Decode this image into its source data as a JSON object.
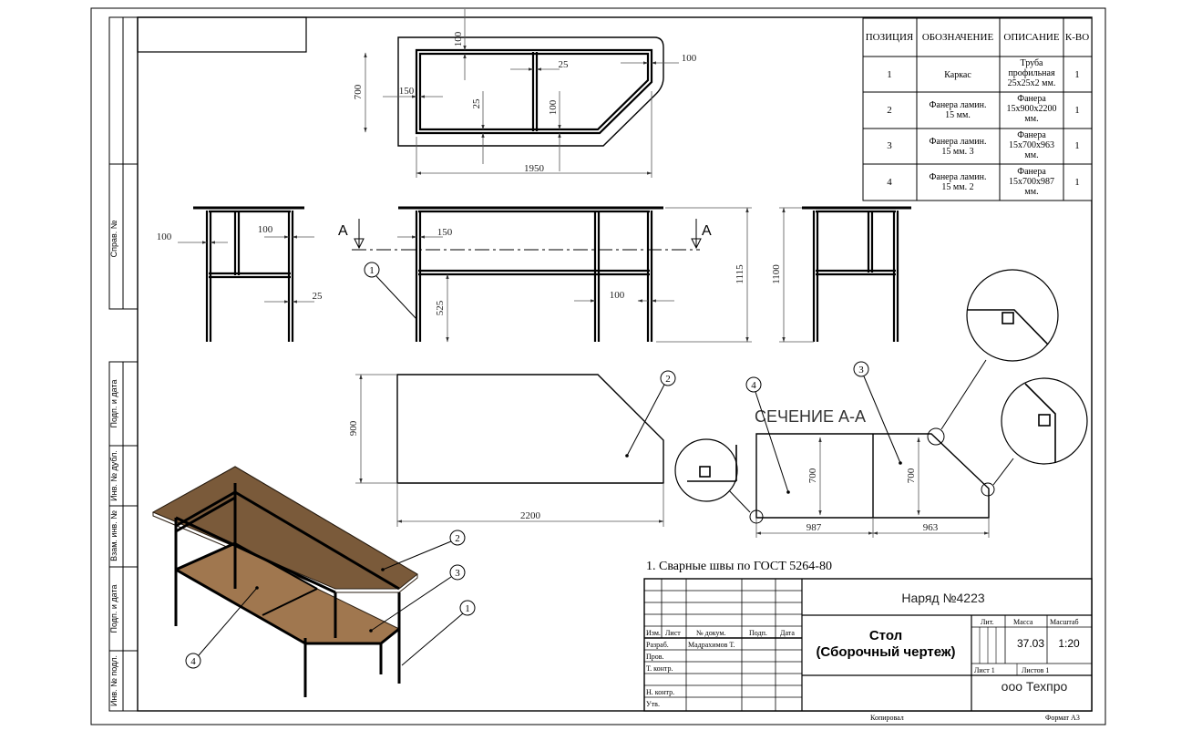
{
  "spec_table": {
    "headers": [
      "ПОЗИЦИЯ",
      "ОБОЗНАЧЕНИЕ",
      "ОПИСАНИЕ",
      "К-ВО"
    ],
    "rows": [
      {
        "pos": "1",
        "designation": "Каркас",
        "description": [
          "Труба",
          "профильная",
          "25x25x2 мм."
        ],
        "qty": "1"
      },
      {
        "pos": "2",
        "designation": [
          "Фанера ламин.",
          "15 мм."
        ],
        "description": [
          "Фанера",
          "15x900x2200",
          "мм."
        ],
        "qty": "1"
      },
      {
        "pos": "3",
        "designation": [
          "Фанера ламин.",
          "15 мм. 3"
        ],
        "description": [
          "Фанера",
          "15x700x963",
          "мм."
        ],
        "qty": "1"
      },
      {
        "pos": "4",
        "designation": [
          "Фанера ламин.",
          "15 мм. 2"
        ],
        "description": [
          "Фанера",
          "15x700x987",
          "мм."
        ],
        "qty": "1"
      }
    ]
  },
  "dimensions": {
    "top_view": [
      "100",
      "100",
      "25",
      "700",
      "150",
      "25",
      "100",
      "1950"
    ],
    "front_view": [
      "100",
      "100",
      "25",
      "150",
      "525",
      "100",
      "1115"
    ],
    "side_view": [
      "1100"
    ],
    "top_panel": [
      "900",
      "2200"
    ],
    "section": [
      "700",
      "700",
      "987",
      "963"
    ]
  },
  "section_mark": "A",
  "section_title": "СЕЧЕНИЕ А-А",
  "callouts": [
    "1",
    "2",
    "3",
    "4"
  ],
  "note": "1. Сварные швы по ГОСТ 5264-80",
  "side_strip": {
    "top": "Справ. №",
    "labels": [
      "Подп. и дата",
      "Инв. № дубл.",
      "Взам. инв. №",
      "Подп. и дата",
      "Инв. № подл."
    ]
  },
  "title_block": {
    "order": "Наряд №4223",
    "name_line1": "Стол",
    "name_line2": "(Сборочный чертеж)",
    "lit_label": "Лит.",
    "mass_label": "Масса",
    "scale_label": "Масштаб",
    "mass": "37.03",
    "scale": "1:20",
    "sheet": "Лист 1",
    "sheets": "Листов 1",
    "company": "ооо Техпро",
    "col_labels": [
      "Изм.",
      "Лист",
      "№ докум.",
      "Подп.",
      "Дата"
    ],
    "roles": [
      "Разраб.",
      "Пров.",
      "Т. контр.",
      "Н. контр.",
      "Утв."
    ],
    "developer": "Мадрахимов Т.",
    "copied": "Копировал",
    "format": "Формат А3"
  },
  "colors": {
    "plywood": "#7a5a3a",
    "plywood_light": "#a0774f",
    "ink": "#000000"
  }
}
